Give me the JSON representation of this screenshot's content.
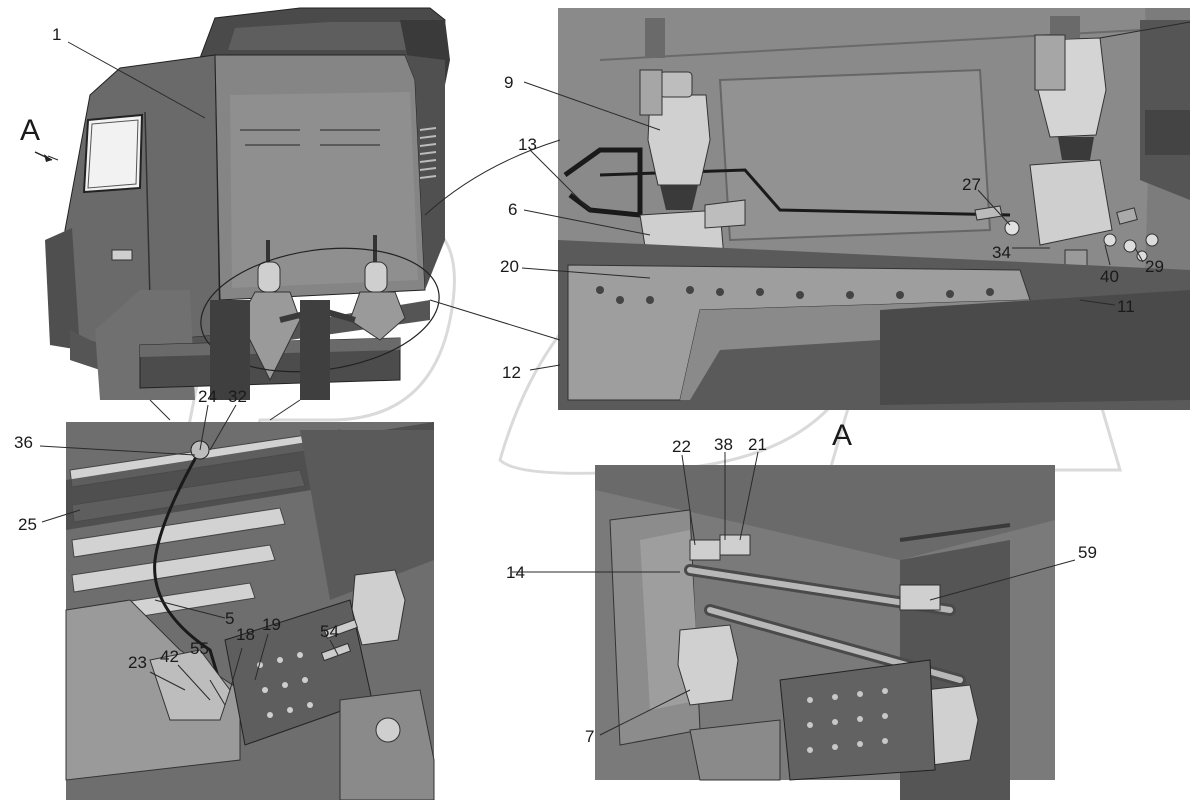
{
  "view_marker": "A",
  "callouts": {
    "c1": "1",
    "c9": "9",
    "c13": "13",
    "c6": "6",
    "c20": "20",
    "c12": "12",
    "c27": "27",
    "c34": "34",
    "c40": "40",
    "c29": "29",
    "c11": "11",
    "c24": "24",
    "c32": "32",
    "c36": "36",
    "c25": "25",
    "c14": "14",
    "c5": "5",
    "c18": "18",
    "c19": "19",
    "c54": "54",
    "c23": "23",
    "c42": "42",
    "c55": "55",
    "c22": "22",
    "c38": "38",
    "c21": "21",
    "c59": "59",
    "c7": "7"
  },
  "colors": {
    "cab_body": "#6f6f6f",
    "dark_metal": "#3c3c3c",
    "mid_metal": "#8a8a8a",
    "light_metal": "#c4c4c4",
    "watermark": "#dcdcdc",
    "panel_bg": "#7a7a7a"
  }
}
